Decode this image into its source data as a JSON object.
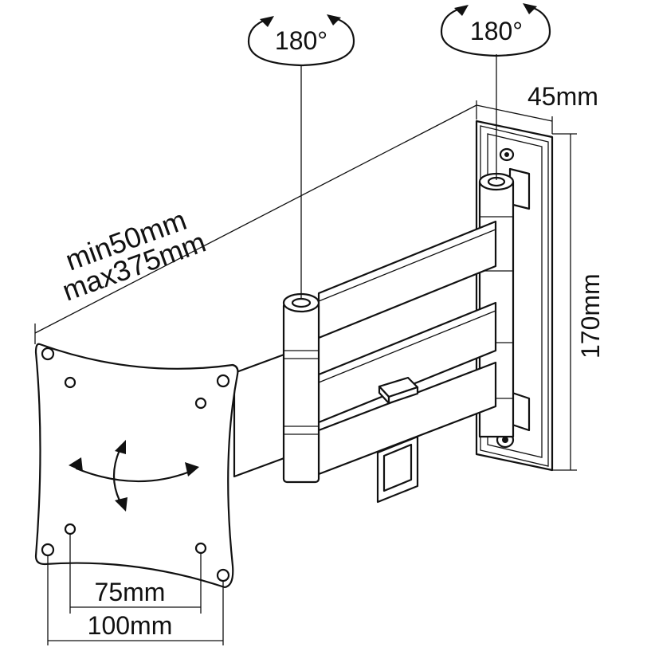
{
  "labels": {
    "rotation_left": "180°",
    "rotation_right": "180°",
    "depth": "45mm",
    "height": "170mm",
    "reach_min": "min50mm",
    "reach_max": "max375mm",
    "vesa_small": "75mm",
    "vesa_large": "100mm"
  },
  "colors": {
    "line": "#111111",
    "background": "#ffffff"
  }
}
